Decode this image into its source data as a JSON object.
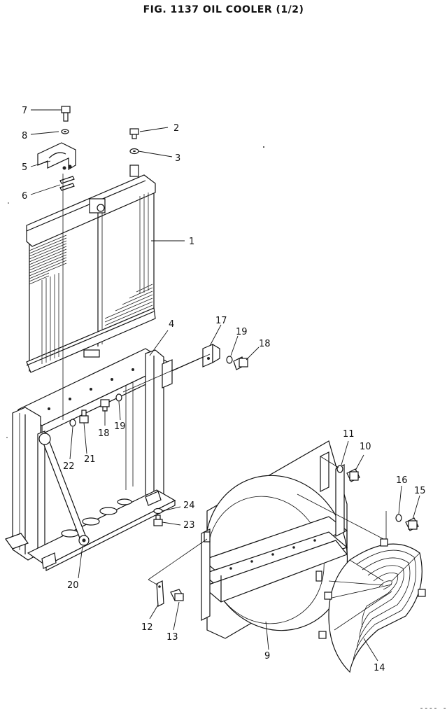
{
  "figure": {
    "title": "FIG. 1137   OIL COOLER (1/2)"
  },
  "callouts": {
    "c1": "1",
    "c2": "2",
    "c3": "3",
    "c4": "4",
    "c5": "5",
    "c6": "6",
    "c7": "7",
    "c8": "8",
    "c9": "9",
    "c10": "10",
    "c11": "11",
    "c12": "12",
    "c13": "13",
    "c14": "14",
    "c15": "15",
    "c16": "16",
    "c17": "17",
    "c18a": "18",
    "c18b": "18",
    "c19a": "19",
    "c19b": "19",
    "c20": "20",
    "c21": "21",
    "c22": "22",
    "c23": "23",
    "c24": "24"
  },
  "corner_mark": "---- -"
}
